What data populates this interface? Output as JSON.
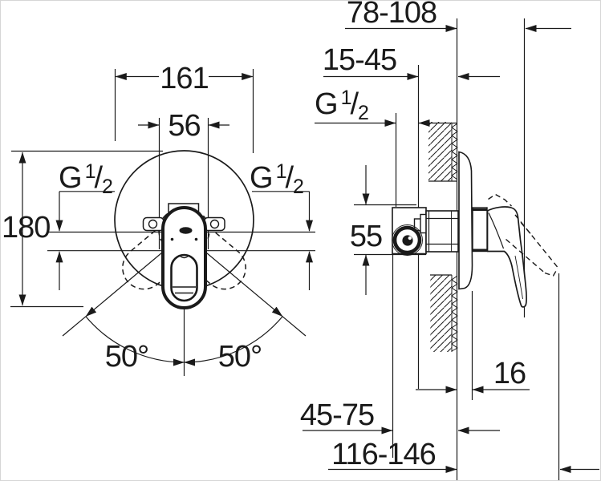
{
  "drawing": {
    "labels": {
      "plate_diameter": "161",
      "cartridge_width": "56",
      "overall_height": "180",
      "angle_left": "50°",
      "angle_right": "50°",
      "body_height": "55",
      "wall_to_lever_closed": "78-108",
      "mounting_depth": "15-45",
      "escutcheon_thickness": "16",
      "body_to_wall": "45-75",
      "wall_to_lever_open": "116-146"
    },
    "thread": {
      "base": "G",
      "sup": "1",
      "slash": "/",
      "sub": "2"
    },
    "colors": {
      "line": "#1a1a1a",
      "background": "#ffffff"
    }
  }
}
